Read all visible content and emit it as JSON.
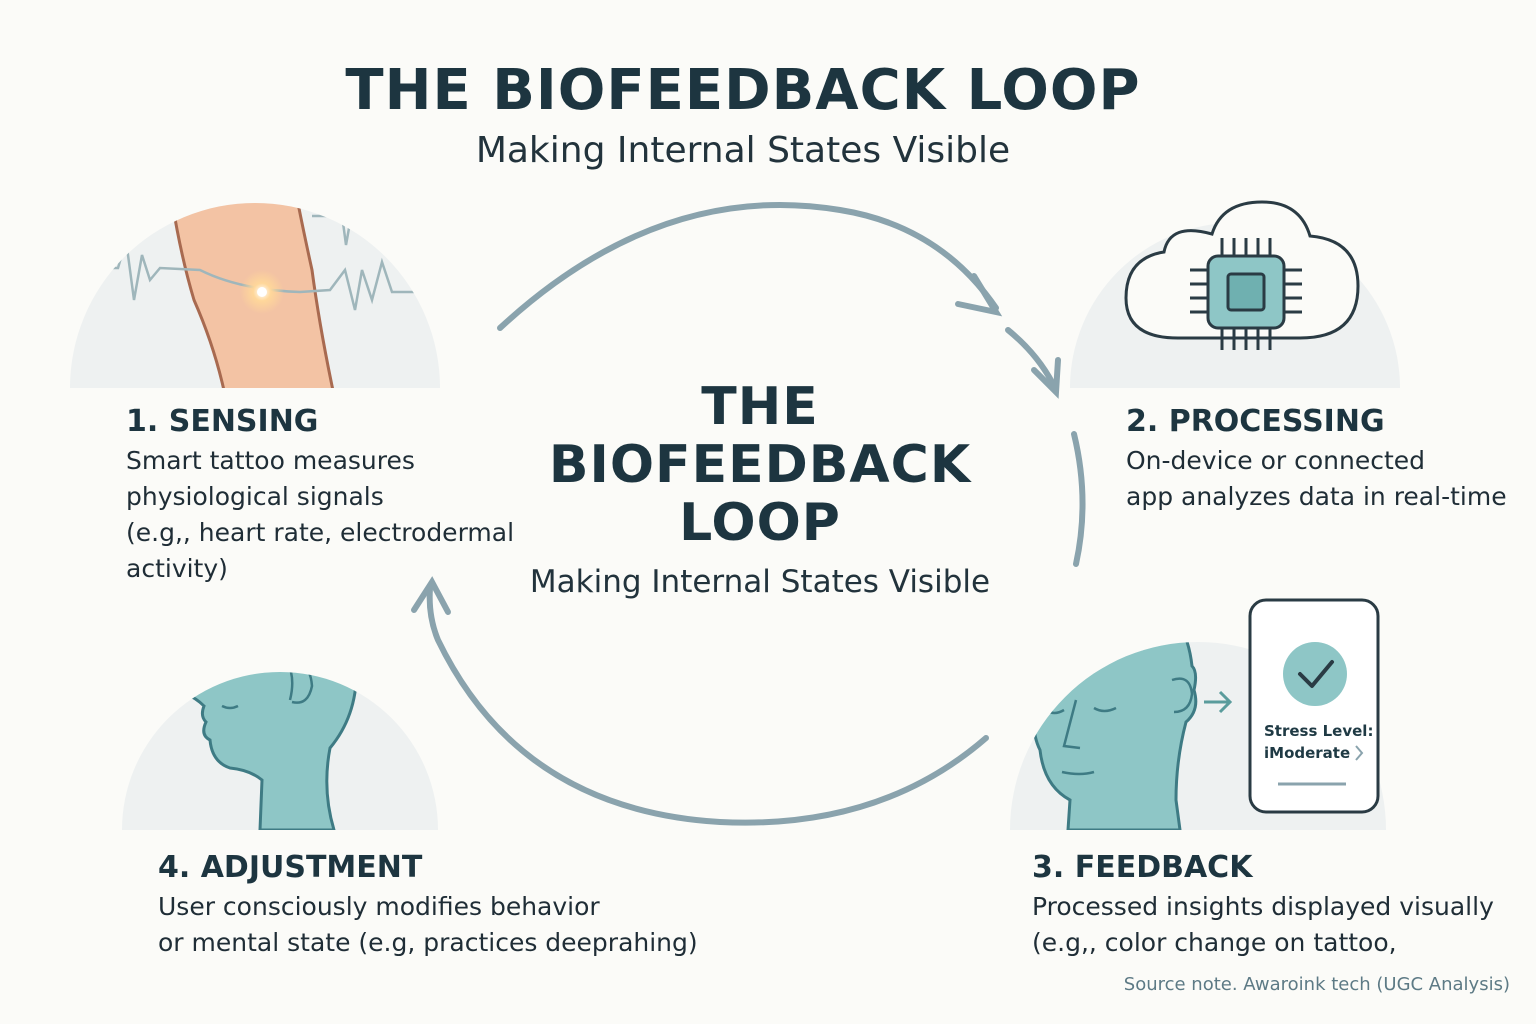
{
  "header": {
    "title": "THE BIOFEEDBACK LOOP",
    "subtitle": "Making Internal States Visible"
  },
  "center": {
    "title_lines": [
      "THE",
      "BIOFEEDBACK",
      "LOOP"
    ],
    "subtitle": "Making Internal States Visible"
  },
  "steps": [
    {
      "title": "1. SENSING",
      "lines": [
        "Smart tattoo measures",
        "physiological signals",
        "(e.g,, heart rate, electrodermal",
        "activity)"
      ]
    },
    {
      "title": "2. PROCESSING",
      "lines": [
        "On-device or connected",
        "app analyzes data in real-time"
      ]
    },
    {
      "title": "3. FEEDBACK",
      "lines": [
        "Processed insights displayed visually",
        "(e.g,, color change on tattoo,"
      ]
    },
    {
      "title": "4. ADJUSTMENT",
      "lines": [
        "User consciously modifies behavior",
        "or mental state (e.g, practices deeprahing)"
      ]
    }
  ],
  "phone": {
    "label_line1": "Stress Level:",
    "label_line2": "iModerate"
  },
  "footer": {
    "source_note": "Source note. Awaroink tech (UGC Analysis)"
  },
  "icons": {
    "arm": "arm-with-sensor-icon",
    "chip": "cloud-chip-icon",
    "head_feedback": "head-profile-icon",
    "head_adjust": "head-profile-icon",
    "phone": "smartphone-icon",
    "check": "check-icon"
  },
  "colors": {
    "teal": "#8ec6c6",
    "teal_dark": "#5a9c9c",
    "arrow": "#8aa3ad",
    "skin": "#f3c3a4",
    "circle_bg": "#eef1f1",
    "ink": "#1d3540"
  }
}
